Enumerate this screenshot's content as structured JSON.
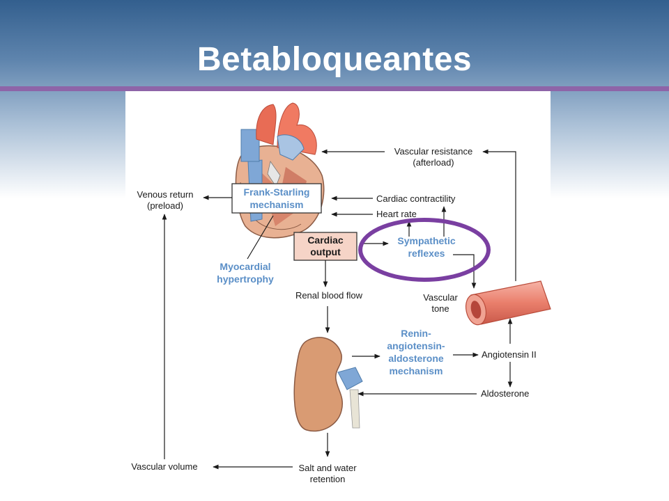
{
  "slide": {
    "title": "Betabloqueantes"
  },
  "colors": {
    "accent_rule": "#8e64a8",
    "highlight_circle": "#7a3fa1",
    "label_blue": "#5b8fc7"
  },
  "diagram": {
    "frank_starling": [
      "Frank-Starling",
      "mechanism"
    ],
    "cardiac_output": [
      "Cardiac",
      "output"
    ],
    "venous_return": [
      "Venous return",
      "(preload)"
    ],
    "vascular_resistance": [
      "Vascular resistance",
      "(afterload)"
    ],
    "cardiac_contractility": "Cardiac contractility",
    "heart_rate": "Heart rate",
    "sympathetic_reflexes": [
      "Sympathetic",
      "reflexes"
    ],
    "myocardial_hypertrophy": [
      "Myocardial",
      "hypertrophy"
    ],
    "renal_blood_flow": "Renal blood flow",
    "vascular_tone": [
      "Vascular",
      "tone"
    ],
    "renin": [
      "Renin-",
      "angiotensin-",
      "aldosterone",
      "mechanism"
    ],
    "angiotensin_ii": "Angiotensin II",
    "aldosterone": "Aldosterone",
    "vascular_volume": "Vascular volume",
    "salt_water": [
      "Salt and water",
      "retention"
    ]
  }
}
